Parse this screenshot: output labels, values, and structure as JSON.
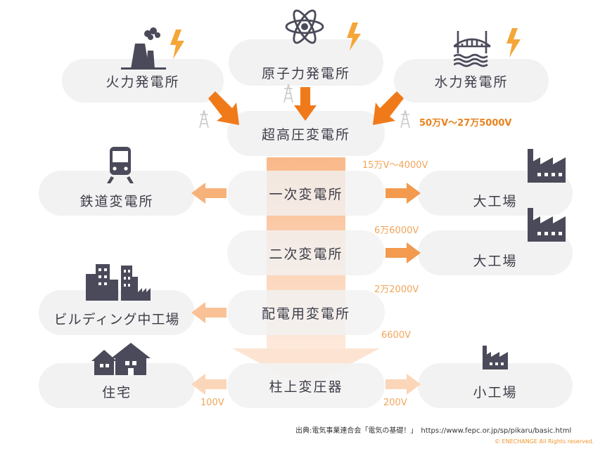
{
  "nodes": {
    "thermal": "火力発電所",
    "nuclear": "原子力発電所",
    "hydro": "水力発電所",
    "ultra_high": "超高圧変電所",
    "railway": "鉄道変電所",
    "primary": "一次変電所",
    "factory_large_1": "大工場",
    "secondary": "二次変電所",
    "factory_large_2": "大工場",
    "building": "ビルディング中工場",
    "distribution": "配電用変電所",
    "residence": "住宅",
    "pole": "柱上変圧器",
    "factory_small": "小工場"
  },
  "voltages": {
    "ultra_high": "50万V～27万5000V",
    "primary": "15万V～4000V",
    "secondary": "6万6000V",
    "distribution": "2万2000V",
    "pole": "6600V",
    "residence": "100V",
    "small_factory": "200V"
  },
  "footer": {
    "source": "出典:電気事業連合会「電気の基礎！」　https://www.fepc.or.jp/sp/pikaru/basic.html",
    "copyright": "© ENECHANGE All Rights reserved."
  },
  "colors": {
    "accent": "#f07a1a",
    "light_arrow": "#f7b27a",
    "pale_arrow": "#fbd6b8",
    "pill": "#f2f2f2",
    "icon": "#4a4a5a"
  }
}
